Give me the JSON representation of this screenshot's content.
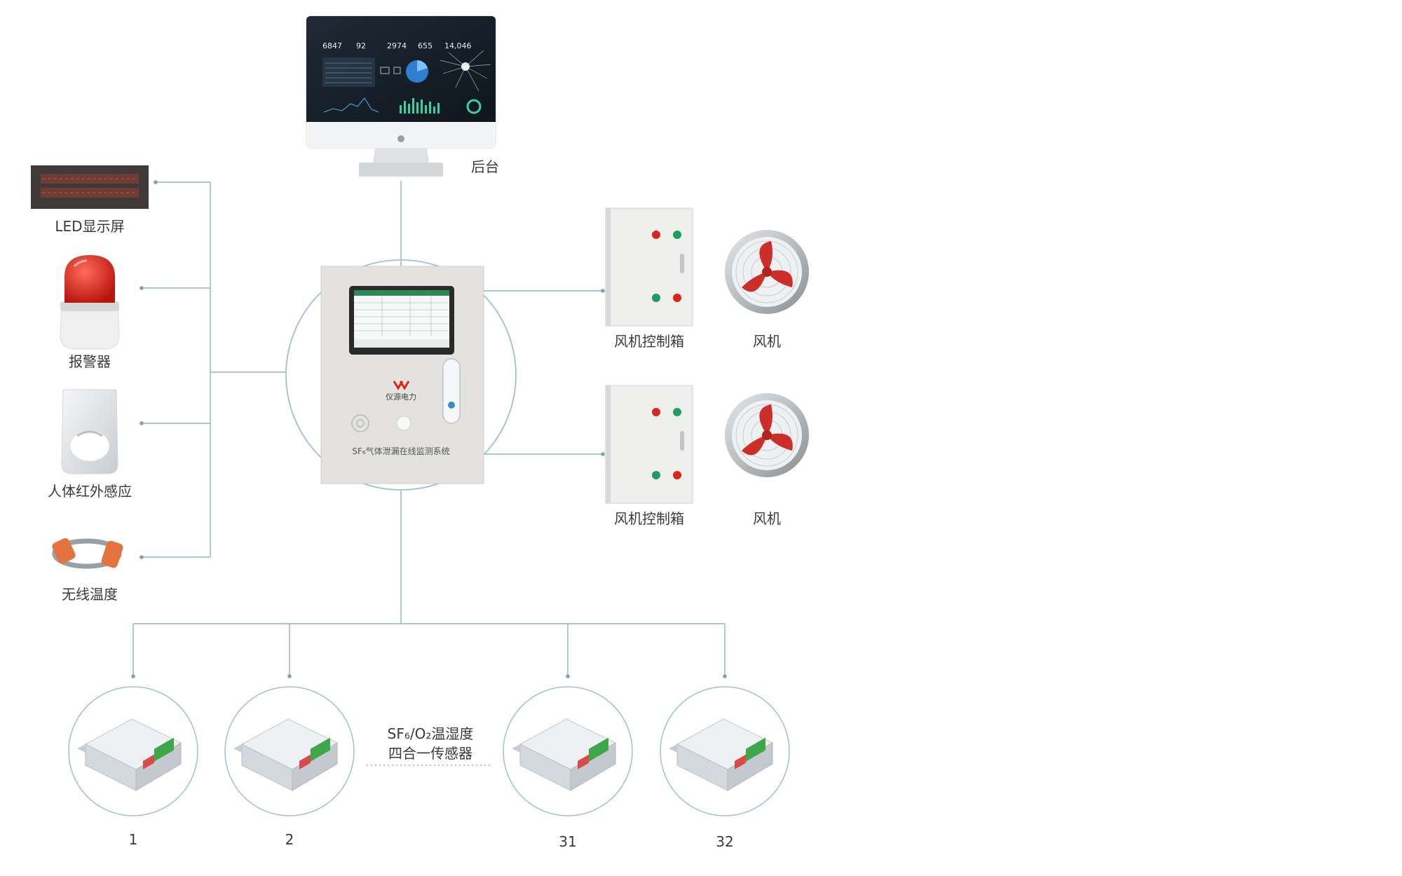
{
  "backend": {
    "label": "后台",
    "stats": [
      "6847",
      "92",
      "2974",
      "655",
      "14,046"
    ]
  },
  "peripherals": {
    "led": "LED显示屏",
    "alarm": "报警器",
    "pir": "人体红外感应",
    "temp": "无线温度"
  },
  "main_unit": {
    "brand": "仪源电力",
    "system_name": "SF₆气体泄漏在线监测系统"
  },
  "fan_groups": [
    {
      "box_label": "风机控制箱",
      "fan_label": "风机"
    },
    {
      "box_label": "风机控制箱",
      "fan_label": "风机"
    }
  ],
  "sensor_caption": {
    "line1": "SF₆/O₂温湿度",
    "line2": "四合一传感器"
  },
  "sensors": [
    "1",
    "2",
    "31",
    "32"
  ],
  "colors": {
    "line": "#8fb4c6",
    "circle": "#9ec1d2",
    "alarm_red": "#d9261c",
    "fan_red": "#cc2f2a"
  }
}
